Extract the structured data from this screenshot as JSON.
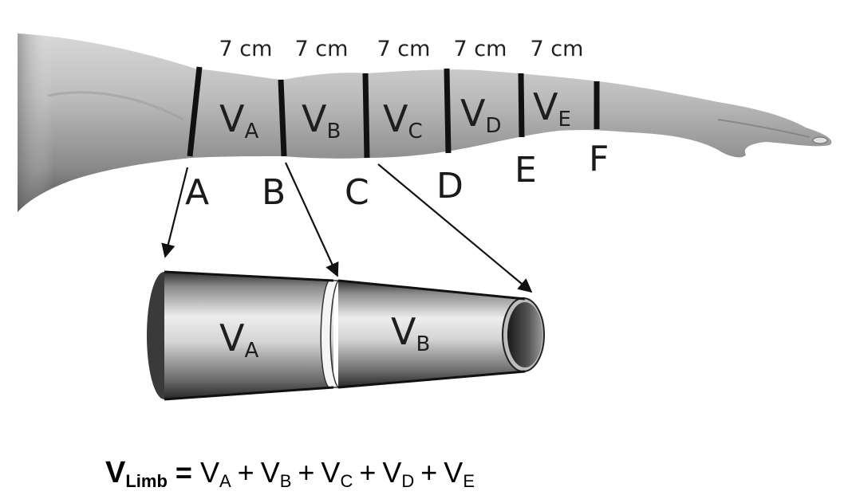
{
  "spacing_labels": [
    "7 cm",
    "7 cm",
    "7 cm",
    "7 cm",
    "7 cm"
  ],
  "boundary_points": [
    "A",
    "B",
    "C",
    "D",
    "E",
    "F"
  ],
  "segments": [
    {
      "base": "V",
      "sub": "A"
    },
    {
      "base": "V",
      "sub": "B"
    },
    {
      "base": "V",
      "sub": "C"
    },
    {
      "base": "V",
      "sub": "D"
    },
    {
      "base": "V",
      "sub": "E"
    }
  ],
  "frustum_segments": [
    {
      "base": "V",
      "sub": "A"
    },
    {
      "base": "V",
      "sub": "B"
    }
  ],
  "equation": {
    "lhs_base": "V",
    "lhs_sub": "Limb",
    "equals": "=",
    "terms": [
      {
        "base": "V",
        "sub": "A"
      },
      {
        "base": "V",
        "sub": "B"
      },
      {
        "base": "V",
        "sub": "C"
      },
      {
        "base": "V",
        "sub": "D"
      },
      {
        "base": "V",
        "sub": "E"
      }
    ],
    "plus": "+"
  },
  "colors": {
    "skin_light": "#c9c9c9",
    "skin_dark": "#6e6e6e",
    "band": "#111111",
    "cylinder_light": "#e6e6e6",
    "cylinder_dark": "#3c3c3c"
  }
}
